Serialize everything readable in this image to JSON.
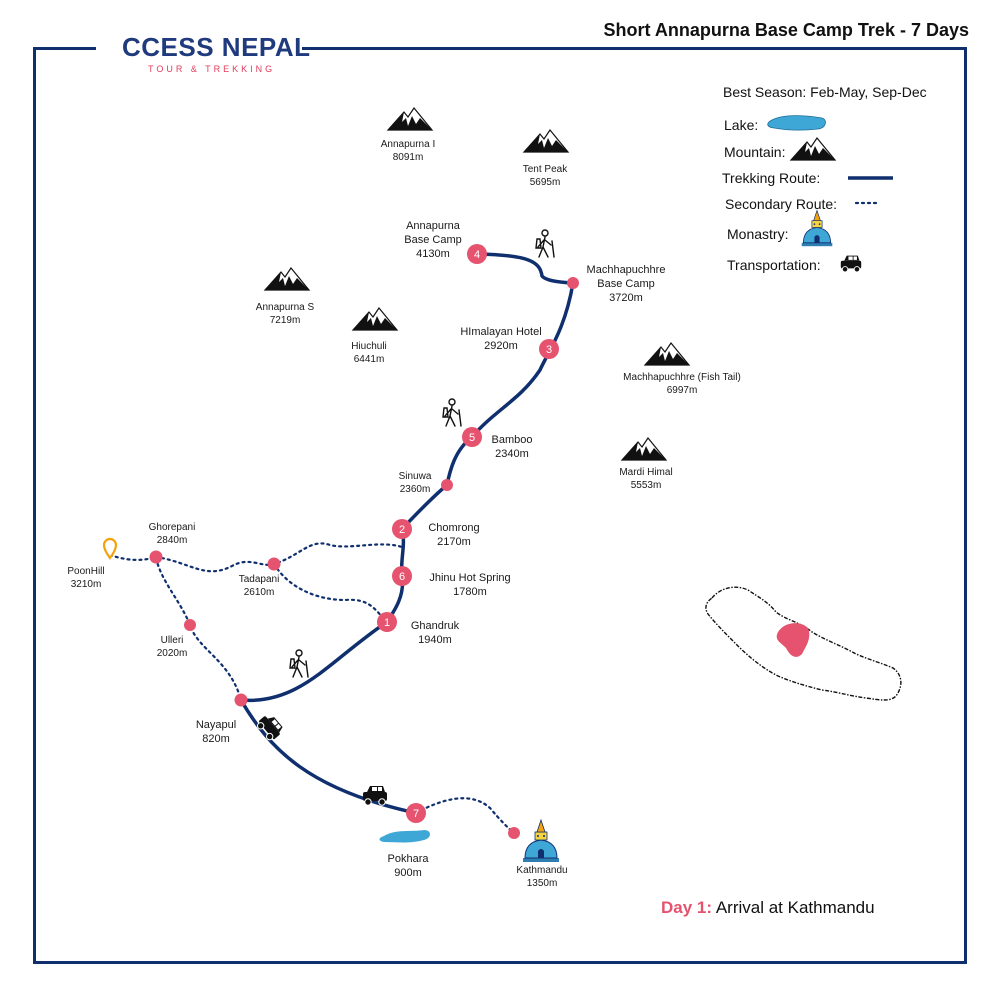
{
  "brand": {
    "name": "CCESS NEPAL",
    "tagline": "TOUR & TREKKING"
  },
  "map": {
    "title": "Short Annapurna Base Camp Trek - 7 Days"
  },
  "legend": {
    "season": "Best Season: Feb-May, Sep-Dec",
    "lake": "Lake:",
    "mountain": "Mountain:",
    "trekking_route": "Trekking Route:",
    "secondary_route": "Secondary Route:",
    "monastery": "Monastry:",
    "transportation": "Transportation:"
  },
  "colors": {
    "route": "#0f2f6e",
    "stop": "#e5536f",
    "lake": "#3fa7d6",
    "poi": "#f2a20c"
  },
  "mountains": [
    {
      "name": "Annapurna I",
      "elev": "8091m"
    },
    {
      "name": "Tent Peak",
      "elev": "5695m"
    },
    {
      "name": "Annapurna S",
      "elev": "7219m"
    },
    {
      "name": "Hiuchuli",
      "elev": "6441m"
    },
    {
      "name": "Machhapuchhre (Fish Tail)",
      "elev": "6997m"
    },
    {
      "name": "Mardi Himal",
      "elev": "5553m"
    }
  ],
  "stops": [
    {
      "day": "1",
      "name": "Ghandruk",
      "elev": "1940m"
    },
    {
      "day": "2",
      "name": "Chomrong",
      "elev": "2170m"
    },
    {
      "day": "3",
      "name": "HImalayan Hotel",
      "elev": "2920m"
    },
    {
      "day": "4",
      "name": "Annapurna\nBase Camp",
      "elev": "4130m"
    },
    {
      "day": "5",
      "name": "Bamboo",
      "elev": "2340m"
    },
    {
      "day": "6",
      "name": "Jhinu Hot Spring",
      "elev": "1780m"
    },
    {
      "day": "7",
      "name": "Pokhara",
      "elev": "900m"
    }
  ],
  "places": [
    {
      "name": "Machhapuchhre\nBase Camp",
      "elev": "3720m"
    },
    {
      "name": "Sinuwa",
      "elev": "2360m"
    },
    {
      "name": "Ghorepani",
      "elev": "2840m"
    },
    {
      "name": "PoonHill",
      "elev": "3210m"
    },
    {
      "name": "Tadapani",
      "elev": "2610m"
    },
    {
      "name": "Ulleri",
      "elev": "2020m"
    },
    {
      "name": "Nayapul",
      "elev": "820m"
    },
    {
      "name": "Kathmandu",
      "elev": "1350m"
    }
  ],
  "day_info": {
    "label": "Day 1:",
    "text": "Arrival at Kathmandu"
  }
}
